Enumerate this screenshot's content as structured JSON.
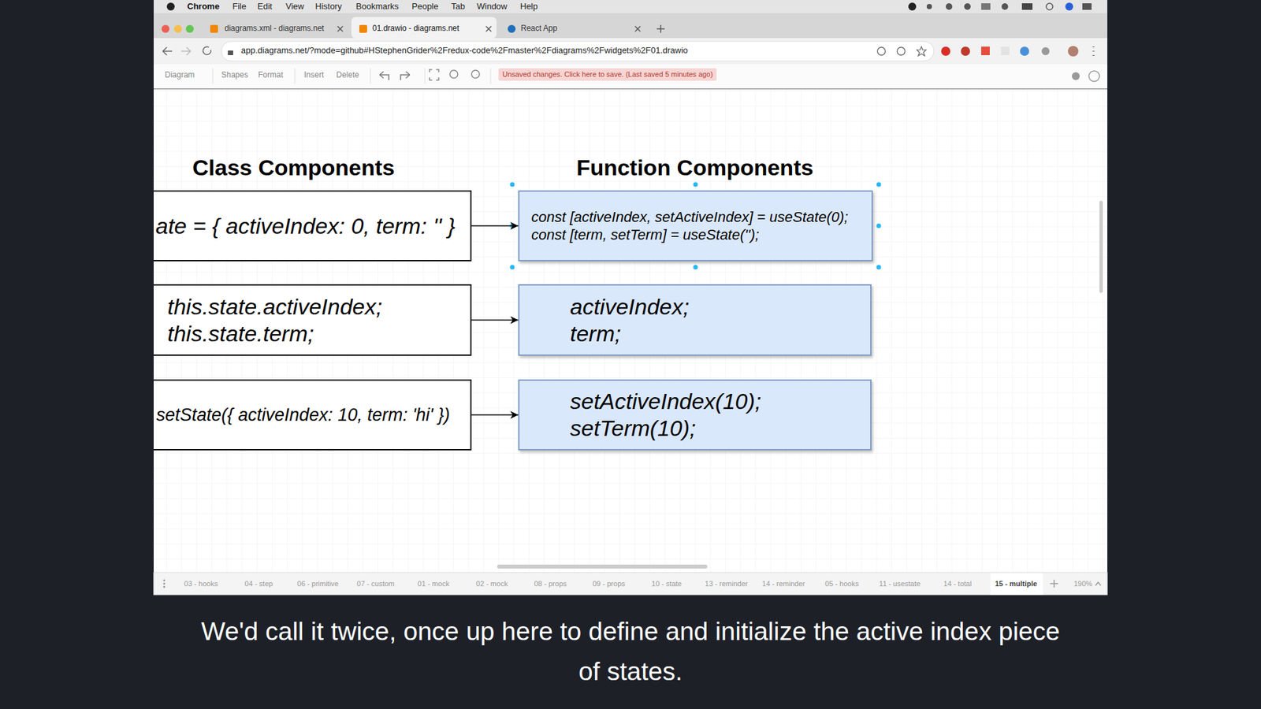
{
  "diagram": {
    "caption": "We'd call it twice, once up here to define and initialize the active index piece of states.",
    "nodes": [
      {
        "text": [
          "ate = { activeIndex: 0, term: '' }"
        ]
      },
      {
        "text": [
          "const [activeIndex, setActiveIndex] = useState(0); const [term, setTerm] = useState('');"
        ]
      },
      {
        "text": [
          "this.state.activeIndex; this.state.term;"
        ]
      },
      {
        "text": [
          "activeIndex; term;"
        ]
      },
      {
        "text": [
          "setState({ activeIndex: 10, term: 'hi' })"
        ]
      },
      {
        "text": [
          "setActiveIndex(10); setTerm(10);"
        ]
      }
    ],
    "edges": [
      {
        "from": 0,
        "to": 1,
        "arrow": "to"
      },
      {
        "from": 2,
        "to": 3,
        "arrow": "to"
      },
      {
        "from": 4,
        "to": 5,
        "arrow": "to"
      }
    ],
    "labels": [
      "Class Components",
      "Function Components",
      "Chrome",
      "File",
      "Edit",
      "View",
      "History",
      "Bookmarks",
      "People",
      "Tab",
      "Window",
      "Help",
      "diagrams.xml - diagrams.net",
      "01.drawio - diagrams.net",
      "React App",
      "app.diagrams.net/?mode=github#HStephenGrider%2Fredux-code%2Fmaster%2Fdiagrams%2Fwidgets%2F01.drawio",
      "Diagram",
      "Shapes",
      "Format",
      "Insert",
      "Delete",
      "Unsaved changes. Click here to save. (Last saved 5 minutes ago)",
      "03 - hooks",
      "04 - step",
      "06 - primitive",
      "07 - custom",
      "01 - mock",
      "02 - mock",
      "08 - props",
      "09 - props",
      "10 - state",
      "13 - reminder",
      "14 - reminder",
      "05 - hooks",
      "11 - usestate",
      "14 - total",
      "15 - multiple",
      "190%"
    ]
  }
}
